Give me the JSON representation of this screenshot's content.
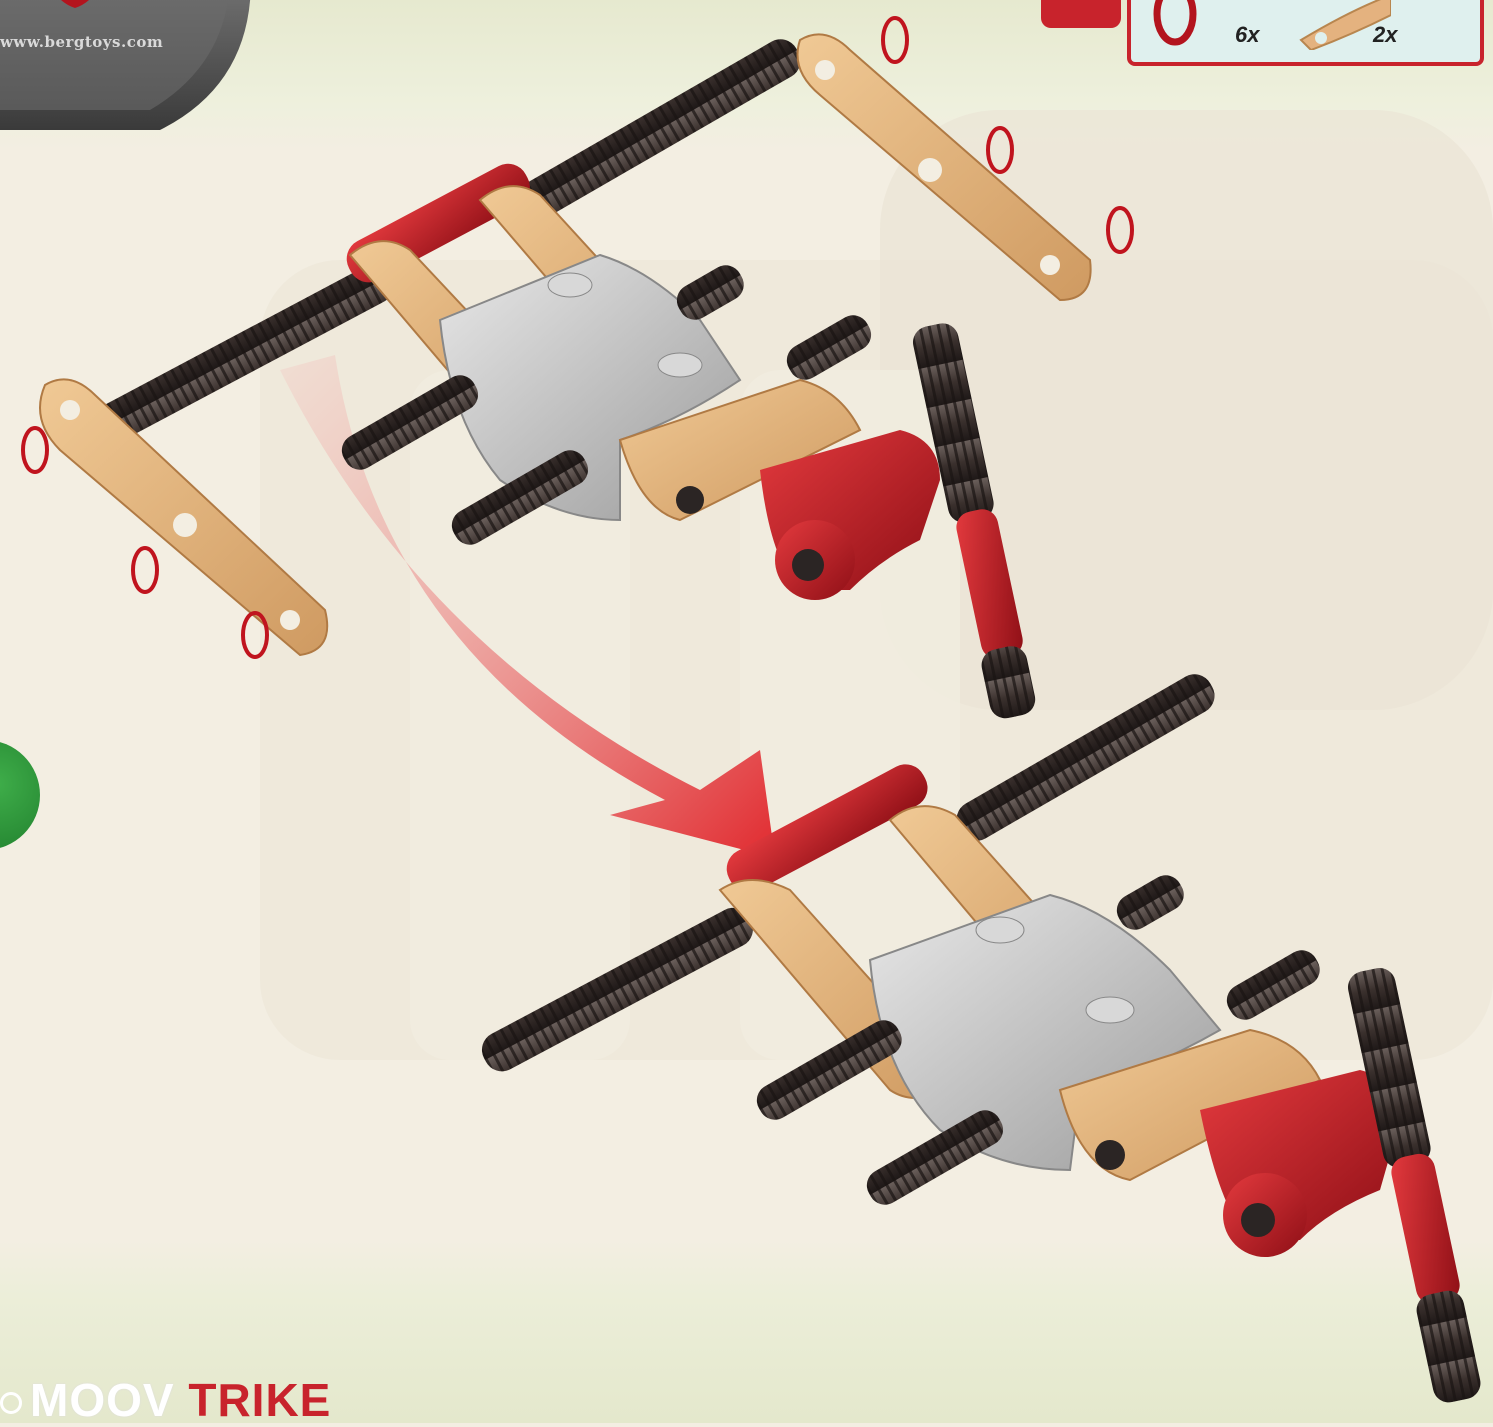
{
  "logo": {
    "url_text": "www.bergtoys.com",
    "icon": "berg-shield-logo"
  },
  "parts_box": {
    "items": [
      {
        "icon": "red-o-ring-icon",
        "quantity": "6x"
      },
      {
        "icon": "wooden-link-plate-icon",
        "quantity": "2x"
      }
    ],
    "border_color": "#c8232c",
    "background": "#dff0ee"
  },
  "assembly": {
    "arrow_icon": "curved-red-arrow",
    "before": "exploded-front-axle-assembly",
    "after": "assembled-front-axle"
  },
  "brand": {
    "word1": "MOOV",
    "word2": "TRIKE",
    "accent": "#c8232c"
  }
}
